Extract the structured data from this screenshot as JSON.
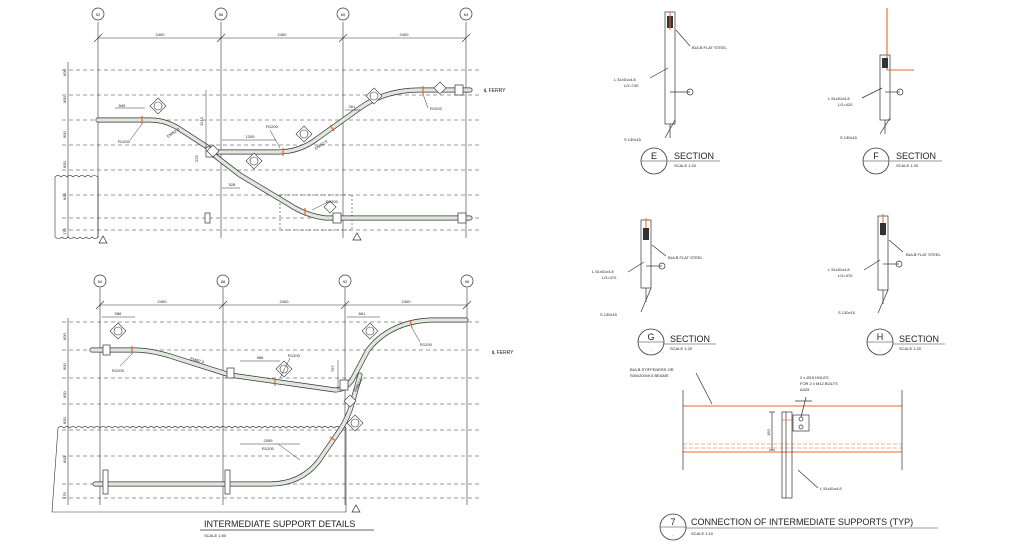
{
  "plan_top": {
    "grid_labels": [
      "52",
      "56",
      "60",
      "64"
    ],
    "spans": [
      "2400",
      "2400",
      "2400"
    ],
    "row_dims": [
      "600",
      "600",
      "600",
      "600",
      "600",
      "175"
    ],
    "dims": {
      "d845": "845",
      "d1205": "1205",
      "d528": "528",
      "d261": "261",
      "d1213": "1213",
      "d225": "225"
    },
    "bends": [
      "R1200",
      "R1200",
      "R1200",
      "R1200"
    ],
    "pipe_labels": [
      "EMB2.0",
      "EMB2.0"
    ],
    "ferry_label": "℄ FERRY"
  },
  "plan_bottom": {
    "grid_labels": [
      "84",
      "88",
      "92",
      "96"
    ],
    "spans": [
      "2400",
      "2400",
      "2400"
    ],
    "row_dims": [
      "600",
      "600",
      "600",
      "600",
      "600",
      "175"
    ],
    "dims": {
      "d586": "586",
      "d986": "986",
      "d661": "661",
      "d2059": "2059",
      "d767": "767"
    },
    "bends": [
      "R1200",
      "R1200",
      "R1200",
      "R1200"
    ],
    "pipe_labels": [
      "EMB2.0",
      "EMB2.0"
    ],
    "ferry_label": "℄ FERRY"
  },
  "plan_title": "INTERMEDIATE SUPPORT DETAILS",
  "plan_scale": "SCALE 1:50",
  "sections": [
    {
      "letter": "E",
      "title": "SECTION",
      "scale": "SCALE 1:20",
      "angle": "L 51x51x4.8",
      "lg": "LG=740",
      "plate": "S 130x15",
      "bulb": "BULB FLAT STEEL"
    },
    {
      "letter": "F",
      "title": "SECTION",
      "scale": "SCALE 1:20",
      "angle": "L 51x51x4.8",
      "lg": "LG=420",
      "plate": "S 130x15",
      "bulb": ""
    },
    {
      "letter": "G",
      "title": "SECTION",
      "scale": "SCALE 1:20",
      "angle": "L 51x51x4.8",
      "lg": "LG=470",
      "plate": "S 130x15",
      "bulb": "BULB FLAT STEEL"
    },
    {
      "letter": "H",
      "title": "SECTION",
      "scale": "SCALE 1:20",
      "angle": "L 51x51x4.8",
      "lg": "LG=470",
      "plate": "S 130x15",
      "bulb": "BULB FLAT STEEL"
    }
  ],
  "section_marker_sub": "-",
  "connection": {
    "number": "7",
    "title": "CONNECTION OF INTERMEDIATE SUPPORTS (TYP)",
    "scale": "SCALE 1:10",
    "note_left_1": "BULB STIFFENERS OR",
    "note_left_2": "S00x200x9.5 BEAMS",
    "note_right_1": "2 x Ø15 HOLES",
    "note_right_2": "FOR 2 x M12 BOLTS",
    "note_right_3": "A325",
    "angle": "L 51x51x4.8",
    "dim": "150"
  },
  "colors": {
    "line": "#333333",
    "pipe_fill": "#dfe8dc",
    "accent": "#e8652e"
  }
}
